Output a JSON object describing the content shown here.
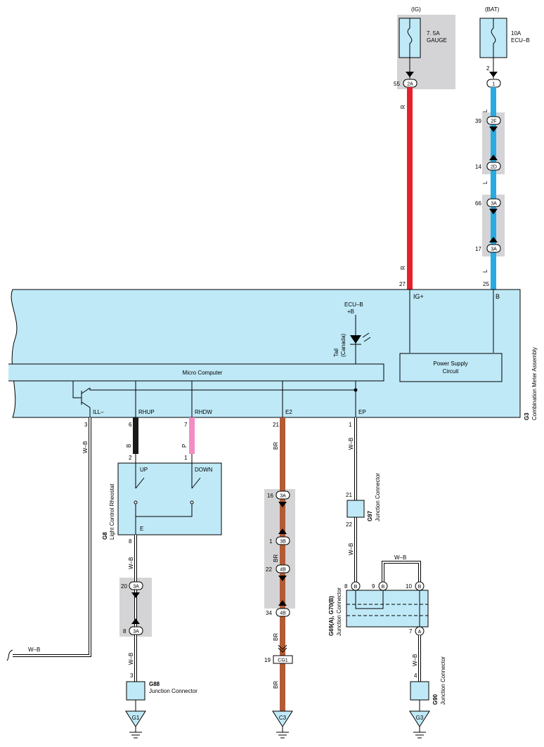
{
  "top": {
    "ig_label": "(IG)",
    "bat_label": "(BAT)",
    "fuse1_line1": "7. 5A",
    "fuse1_line2": "GAUGE",
    "fuse2_line1": "10A",
    "fuse2_line2": "ECU–B"
  },
  "connectors": {
    "ig_pin": "55",
    "ig_conn": "2A",
    "bat_pin": "2",
    "bat_conn": "1",
    "c2f_pin": "39",
    "c2f": "2F",
    "c2d_pin": "14",
    "c2d": "2D",
    "c3a_top_pin": "66",
    "c3a_top": "3A",
    "c3a_bot_pin": "17",
    "c3a_bot": "3A",
    "rheo_3a_top_pin": "20",
    "rheo_3a_top": "3A",
    "rheo_3a_bot_pin": "8",
    "rheo_3a_bot": "3A",
    "br_3a_pin": "16",
    "br_3a": "3A",
    "br_3b_pin": "1",
    "br_3b": "3B",
    "br_4b_top_pin": "22",
    "br_4b_top": "4B",
    "br_4b_bot_pin": "34",
    "br_4b_bot": "4B",
    "cg1_pin": "19",
    "cg1": "CG1",
    "j_b1_pin": "8",
    "j_b1": "B",
    "j_b2_pin": "9",
    "j_b2": "B",
    "j_b3_pin": "10",
    "j_b3": "B",
    "j_a_pin": "7",
    "j_a": "A"
  },
  "wires": {
    "r": "R",
    "l": "L",
    "b": "B",
    "p": "P",
    "br": "BR",
    "wb": "W–B"
  },
  "colors": {
    "panel": "#bfe9f7",
    "red": "#e8202a",
    "blue": "#29abe2",
    "black": "#1a1a1a",
    "pink": "#f28cc4",
    "brown": "#b25b34",
    "gray": "#d4d4d6"
  },
  "meter": {
    "pin_27": "27",
    "pin_25": "25",
    "ig_plus": "IG+",
    "b_term": "B",
    "ecu_b": "ECU–B",
    "plus_b": "+B",
    "tail": "Tail",
    "canada": "(Canada)",
    "power_supply_1": "Power Supply",
    "power_supply_2": "Circuit",
    "micro": "Micro Computer",
    "ill": "ILL–",
    "rhup": "RHUP",
    "rhdw": "RHDW",
    "e2": "E2",
    "ep": "EP",
    "pin_3": "3",
    "pin_6": "6",
    "pin_7": "7",
    "pin_21": "21",
    "pin_1": "1",
    "code": "G3",
    "name": "Combination Meter Assembly"
  },
  "rheostat": {
    "code": "G8",
    "name": "Light Control Rheostat",
    "up": "UP",
    "down": "DOWN",
    "e": "E",
    "pin_2": "2",
    "pin_1": "1",
    "pin_8": "8"
  },
  "g97": {
    "code": "G97",
    "name": "Junction Connector",
    "pin_top": "21",
    "pin_bot": "22"
  },
  "g69": {
    "code": "G69(A), G70(B)",
    "name": "Junction Connector"
  },
  "g90": {
    "code": "G90",
    "name": "Junction Connector",
    "pin": "4"
  },
  "g88": {
    "code": "G88",
    "name": "Junction Connector",
    "pin": "3"
  },
  "grounds": {
    "g1": "G1",
    "c3": "C3",
    "g3": "G3"
  }
}
